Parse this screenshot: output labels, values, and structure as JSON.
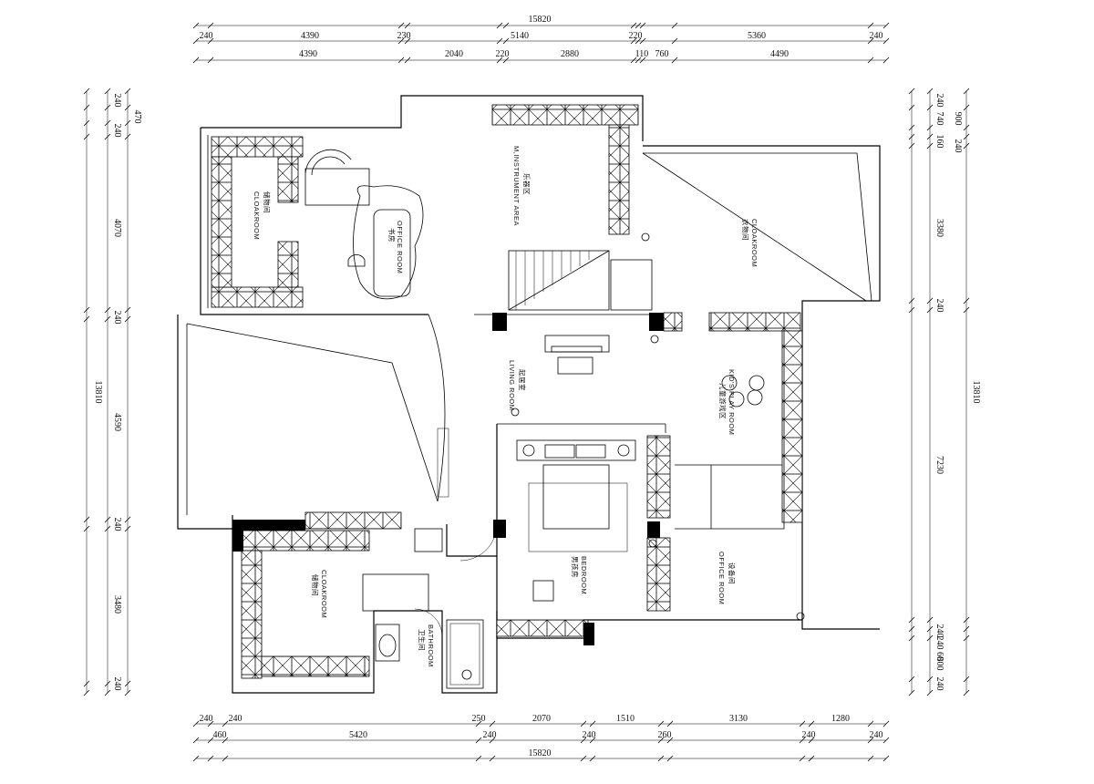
{
  "plan": {
    "colors": {
      "line": "#000000",
      "background": "#ffffff",
      "column": "#000000"
    },
    "dimensions": {
      "top_total": "15820",
      "top_row1": [
        "240",
        "4390",
        "230",
        "5140",
        "220",
        "5360",
        "240"
      ],
      "top_row2": [
        "4390",
        "2040",
        "220",
        "2880",
        "110",
        "760",
        "4490"
      ],
      "bottom_total": "15820",
      "bottom_row1": [
        "240",
        "240",
        "250",
        "2070",
        "1510",
        "3130",
        "1280"
      ],
      "bottom_row2": [
        "460",
        "5420",
        "240",
        "240",
        "260",
        "240",
        "240"
      ],
      "left_total": "13810",
      "left_segments": [
        "240",
        "470",
        "240",
        "4070",
        "240",
        "4590",
        "240",
        "3480",
        "240"
      ],
      "right_total": "13810",
      "right_segments": [
        "240",
        "740",
        "900",
        "160",
        "240",
        "3380",
        "240",
        "7230",
        "240",
        "240",
        "60",
        "800",
        "240"
      ]
    },
    "rooms": {
      "cloakroom_nw_cn": "储物间",
      "cloakroom_nw_en": "CLOAKROOM",
      "office_cn": "书房",
      "office_en": "OFFICE ROOM",
      "music_cn": "乐器区",
      "music_en": "M,INSTRUMENT AREA",
      "cloakroom_ne_cn": "衣物间",
      "cloakroom_ne_en": "CLOAKROOM",
      "living_cn": "起居室",
      "living_en": "LIVING ROOM",
      "kids_cn": "儿童游戏区",
      "kids_en": "KID'S PLAY ROOM",
      "bedroom_cn": "男孩房",
      "bedroom_en": "BEDROOM",
      "office2_cn": "设备间",
      "office2_en": "OFFICE ROOM",
      "cloakroom_sw_cn": "储物间",
      "cloakroom_sw_en": "CLOAKROOM",
      "bathroom_cn": "卫生间",
      "bathroom_en": "BATHROOM"
    }
  }
}
